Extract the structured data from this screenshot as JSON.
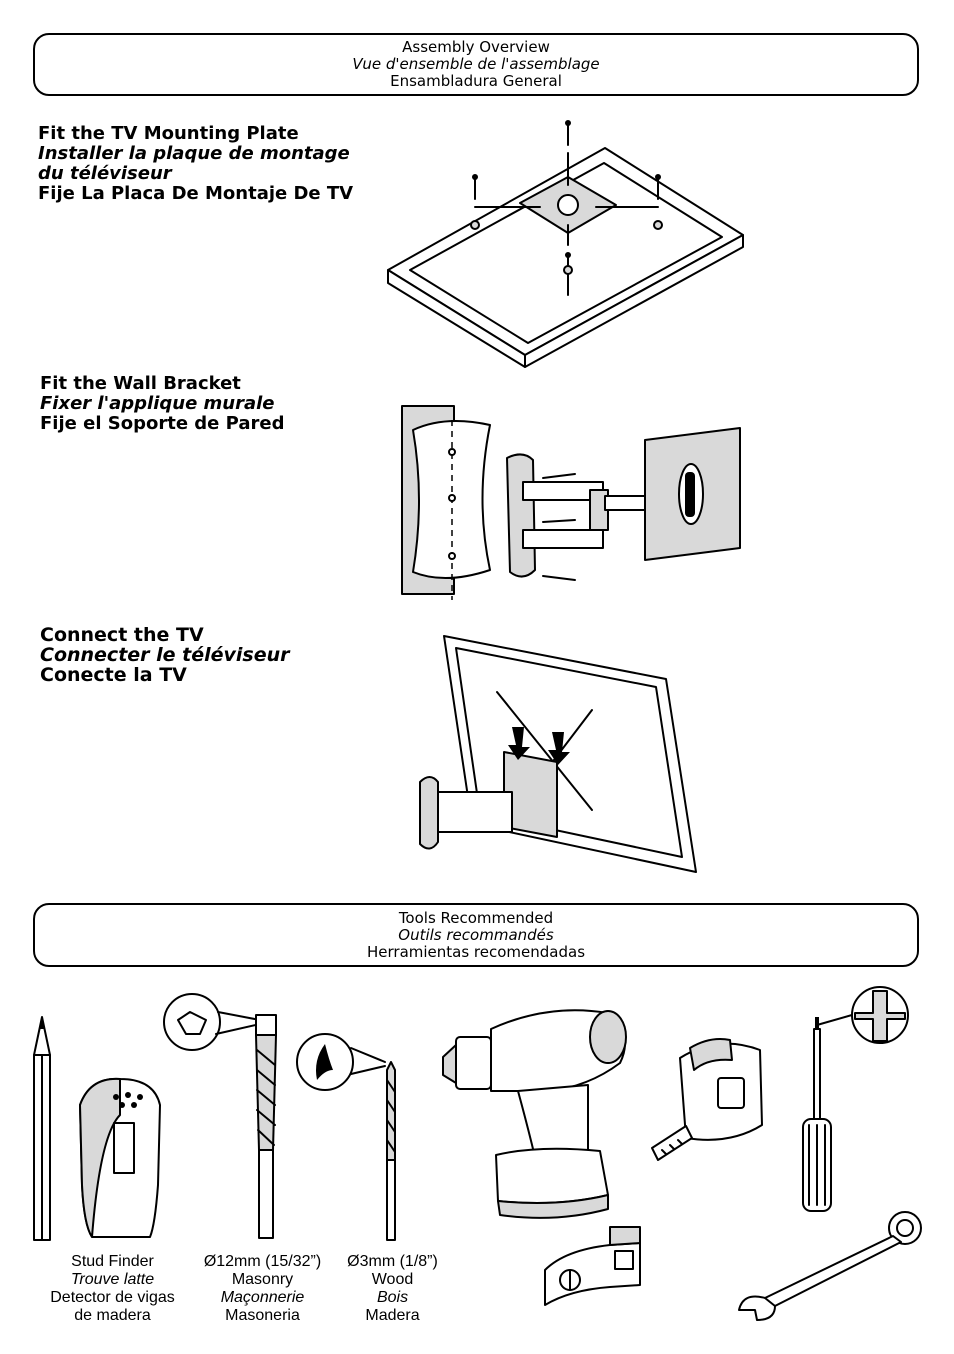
{
  "assembly_overview": {
    "title_en": "Assembly Overview",
    "title_fr": "Vue d'ensemble de l'assemblage",
    "title_es": "Ensambladura General"
  },
  "steps": [
    {
      "en": "Fit the TV Mounting Plate",
      "fr_line1": "Installer la plaque de montage",
      "fr_line2": "du téléviseur",
      "es": "Fije La Placa De Montaje De TV"
    },
    {
      "en": "Fit the Wall Bracket",
      "fr": "Fixer l'applique murale",
      "es": "Fije el Soporte de Pared"
    },
    {
      "en": "Connect the TV",
      "fr": "Connecter le téléviseur",
      "es": "Conecte la TV"
    }
  ],
  "tools_recommended": {
    "title_en": "Tools Recommended",
    "title_fr": "Outils recommandés",
    "title_es": "Herramientas recomendadas"
  },
  "tools": [
    {
      "line1": "Stud Finder",
      "line2": "Trouve latte",
      "line3": "Detector de vigas",
      "line4": "de madera"
    },
    {
      "line1": "Ø12mm (15/32”)",
      "line2": "Masonry",
      "line3": "Maçonnerie",
      "line4": "Masoneria"
    },
    {
      "line1": "Ø3mm (1/8”)",
      "line2": "Wood",
      "line3": "Bois",
      "line4": "Madera"
    }
  ],
  "icons": {
    "tv_plate": "tv-mounting-plate-illustration",
    "wall_bracket": "wall-bracket-illustration",
    "connect_tv": "connect-tv-illustration",
    "pencil": "pencil-icon",
    "stud_finder": "stud-finder-icon",
    "masonry_bit": "masonry-drill-bit-icon",
    "wood_bit": "wood-drill-bit-icon",
    "drill": "power-drill-icon",
    "tape_measure": "tape-measure-icon",
    "screwdriver": "phillips-screwdriver-icon",
    "level": "spirit-level-icon",
    "wrench": "wrench-icon"
  }
}
